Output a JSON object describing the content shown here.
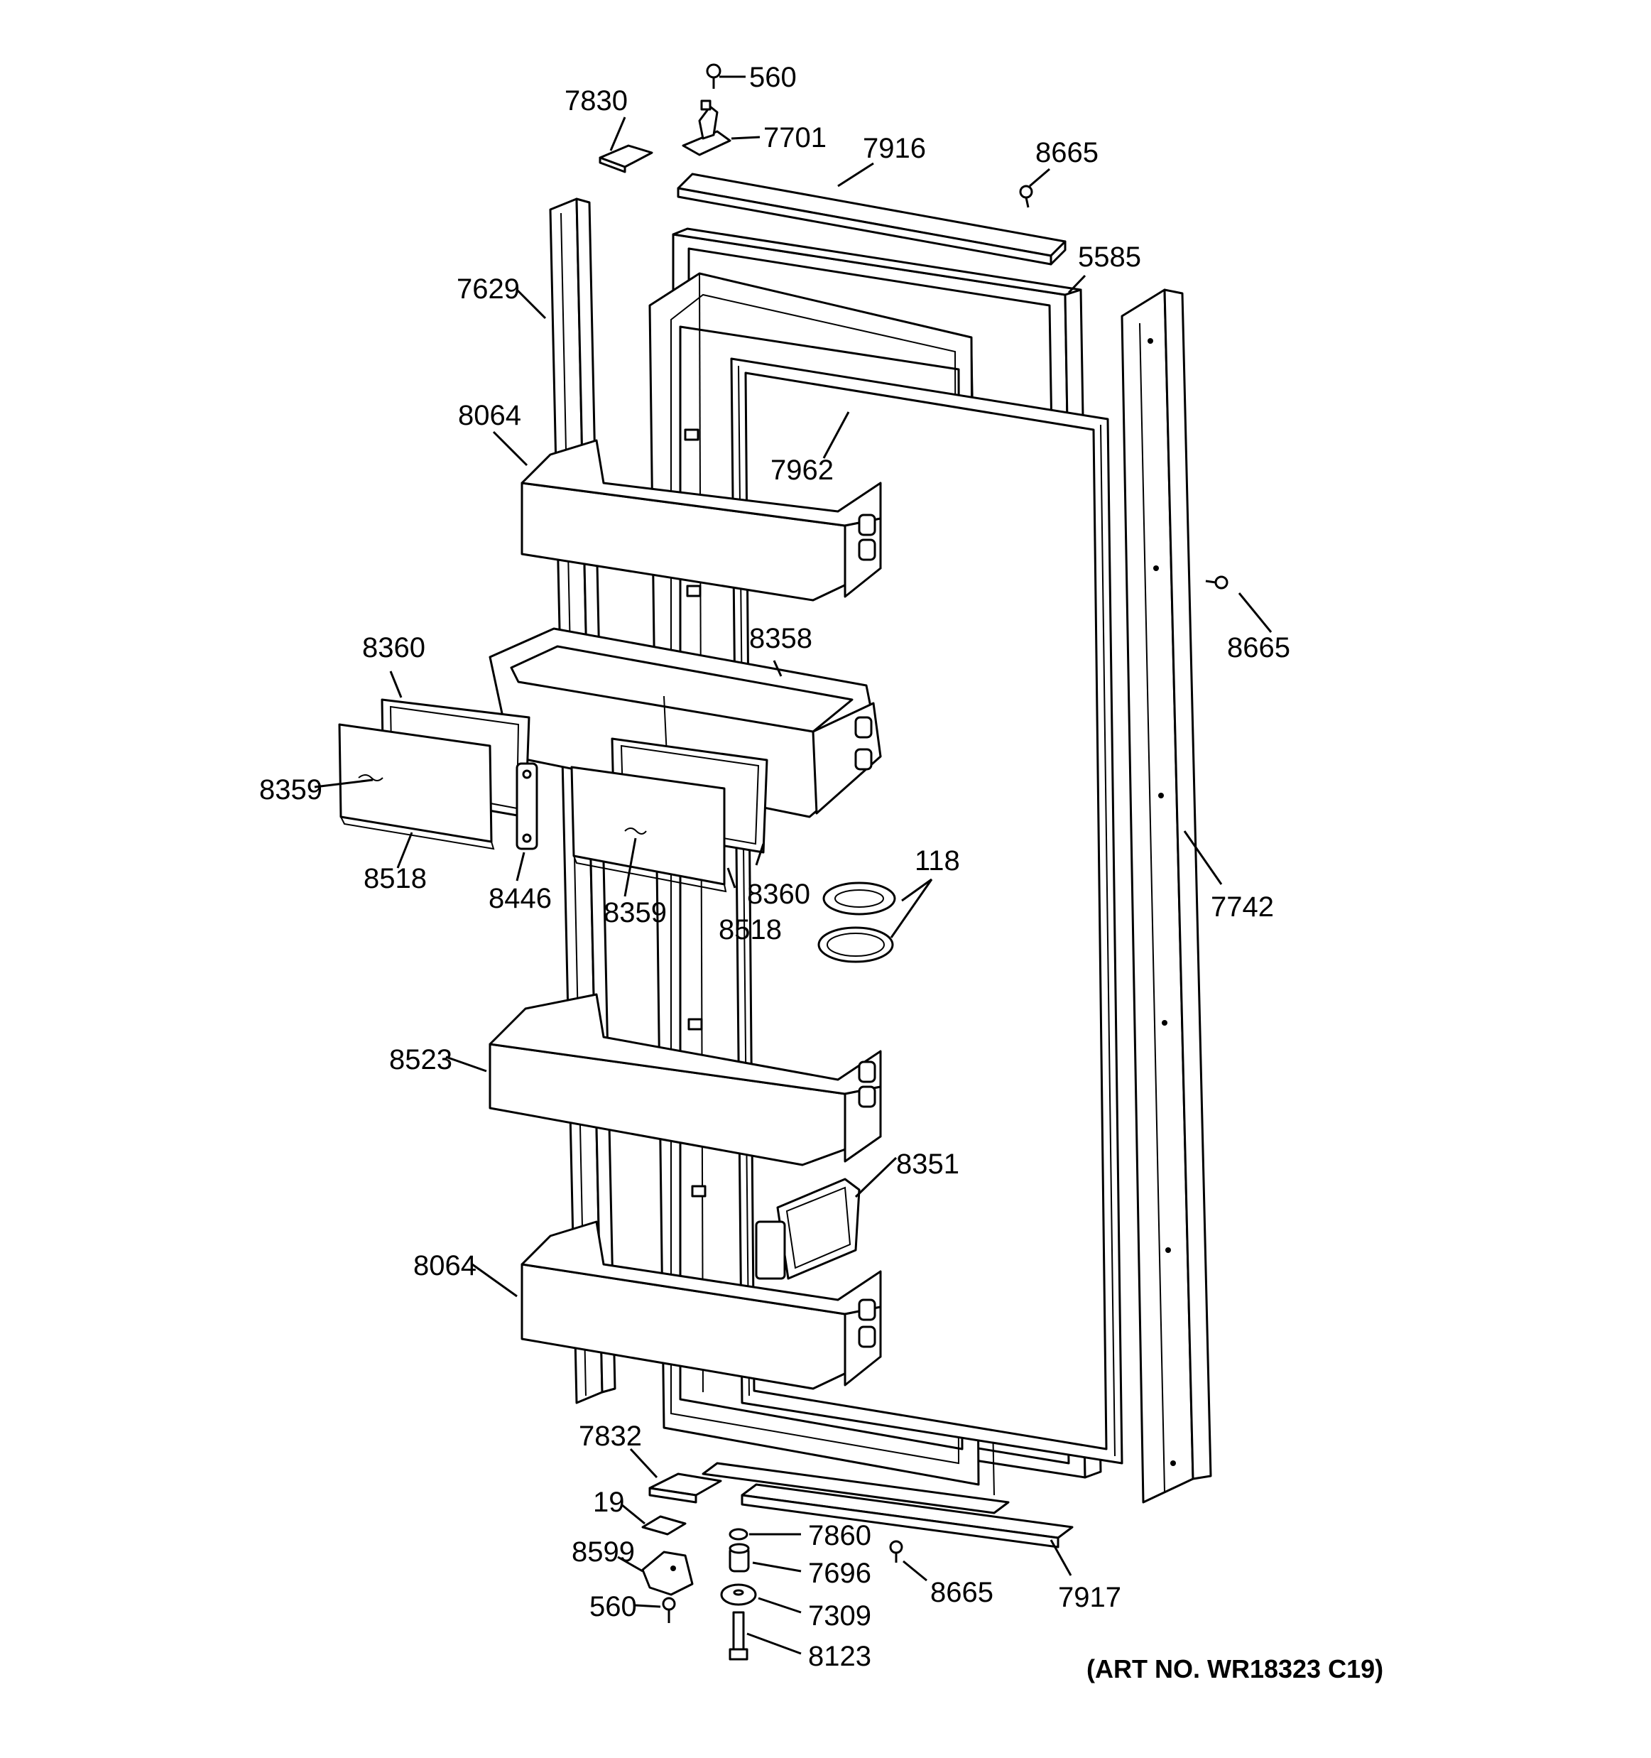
{
  "diagram": {
    "art_number": "(ART NO. WR18323 C19)",
    "callouts": {
      "c560_top": "560",
      "c7830": "7830",
      "c7701": "7701",
      "c7916": "7916",
      "c8665_top": "8665",
      "c5585": "5585",
      "c7629": "7629",
      "c8064_top": "8064",
      "c7962": "7962",
      "c8665_right": "8665",
      "c8360_left": "8360",
      "c8358": "8358",
      "c8359_left": "8359",
      "c8518_left": "8518",
      "c8446": "8446",
      "c8359_mid": "8359",
      "c8360_mid": "8360",
      "c8518_mid": "8518",
      "c118": "118",
      "c7742": "7742",
      "c8523": "8523",
      "c8351": "8351",
      "c8064_bottom": "8064",
      "c7832": "7832",
      "c19": "19",
      "c8599": "8599",
      "c560_bottom": "560",
      "c7860": "7860",
      "c7696": "7696",
      "c7309": "7309",
      "c8123": "8123",
      "c8665_bottom": "8665",
      "c7917": "7917"
    }
  }
}
